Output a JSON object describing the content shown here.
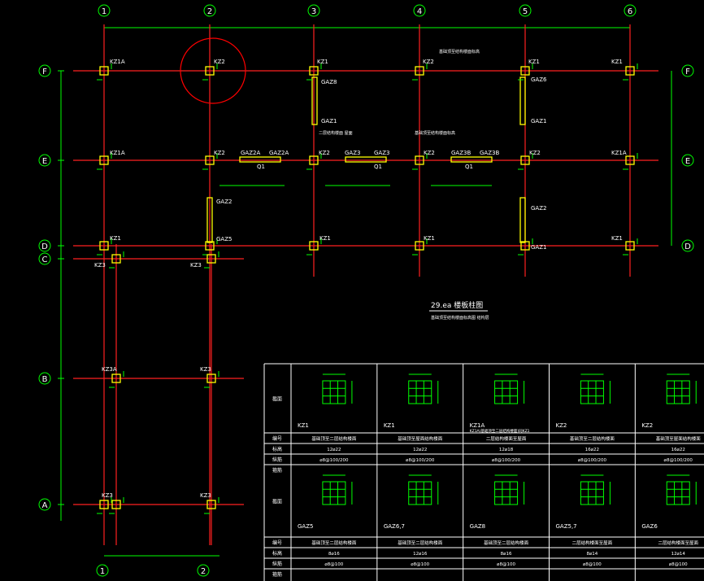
{
  "drawing": {
    "title": "29.ea 楼板柱图",
    "subtitle": "基础顶至结构楼面标高图  结构层",
    "background": "#000000",
    "colors": {
      "axis": "#ff2020",
      "dim": "#00ff00",
      "column": "#ffff00",
      "text": "#ffffff",
      "highlight": "#ff0000"
    }
  },
  "grid_cols": [
    "1",
    "2",
    "3",
    "4",
    "5",
    "6"
  ],
  "grid_rows": [
    "F",
    "E",
    "D",
    "C",
    "B",
    "A"
  ],
  "column_tags": [
    "KZ1A",
    "KZ2",
    "KZ1",
    "KZ2",
    "KZ1",
    "KZ1",
    "KZ1A",
    "KZ2",
    "KZ2",
    "KZ2",
    "KZ2",
    "KZ1A",
    "KZ1",
    "KZ1",
    "KZ1",
    "KZ1",
    "KZ3",
    "KZ3",
    "KZ3A",
    "KZ3",
    "KZ3",
    "KZ3"
  ],
  "wall_tags": [
    "GAZ8",
    "GAZ1",
    "GAZ6",
    "GAZ1",
    "GAZ2A",
    "GAZ2A",
    "GAZ3",
    "GAZ3",
    "GAZ3B",
    "GAZ3B",
    "GAZ2",
    "GAZ5",
    "GAZ2",
    "GAZ1"
  ],
  "beam_tags": [
    "Q1",
    "Q1",
    "Q1"
  ],
  "notes": [
    "基础顶至结构楼面标高",
    "二层结构楼面  屋面",
    "基础顶至结构楼面标高"
  ],
  "table": {
    "row_labels_1": [
      "截面",
      "编号",
      "标高",
      "纵筋",
      "箍筋"
    ],
    "row_labels_2": [
      "截面",
      "编号",
      "标高",
      "纵筋",
      "箍筋"
    ],
    "cols_1": [
      {
        "name": "KZ1",
        "level": "基础顶至二层结构楼面",
        "bars": "12⌀22",
        "stir": "⌀8@100/200"
      },
      {
        "name": "KZ1",
        "level": "基础顶至屋面结构楼面",
        "bars": "12⌀22",
        "stir": "⌀8@100/200"
      },
      {
        "name": "KZ1A",
        "level": "二层结构楼面至屋面",
        "bars": "12⌀18",
        "stir": "⌀8@100/200",
        "note": "KZ1A(基础顶至二层结构楼面)同KZ1"
      },
      {
        "name": "KZ2",
        "level": "基础顶至二层结构楼面",
        "bars": "16⌀22",
        "stir": "⌀8@100/200"
      },
      {
        "name": "KZ2",
        "level": "基础顶至屋面结构楼面",
        "bars": "16⌀22",
        "stir": "⌀8@100/200"
      }
    ],
    "cols_2": [
      {
        "name": "GAZ5",
        "level": "基础顶至二层结构楼面",
        "bars": "8⌀16",
        "stir": "⌀8@100"
      },
      {
        "name": "GAZ6,7",
        "level": "基础顶至二层结构楼面",
        "bars": "12⌀16",
        "stir": "⌀8@100"
      },
      {
        "name": "GAZ8",
        "level": "基础顶至二层结构楼面",
        "bars": "8⌀16",
        "stir": "⌀8@100"
      },
      {
        "name": "GAZ5,7",
        "level": "二层结构楼面至屋面",
        "bars": "8⌀14",
        "stir": "⌀8@100"
      },
      {
        "name": "GAZ6",
        "level": "二层结构楼面至屋面",
        "bars": "12⌀14",
        "stir": "⌀8@100"
      }
    ]
  }
}
